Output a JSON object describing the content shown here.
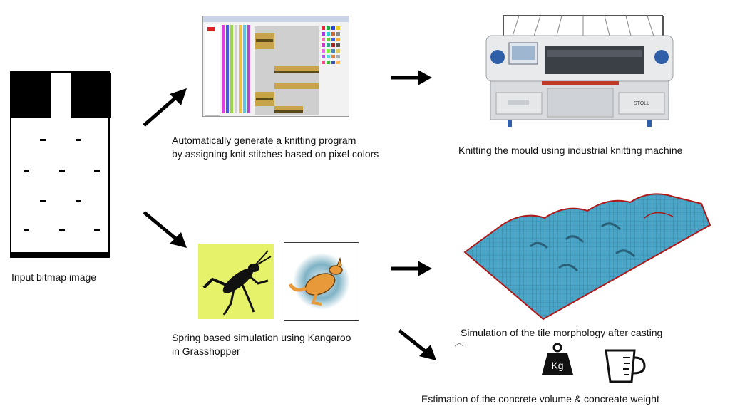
{
  "captions": {
    "bitmap": "Input bitmap image",
    "program_line1": "Automatically generate a knitting program",
    "program_line2": "by assigning knit stitches based on pixel colors",
    "machine": "Knitting the mould using industrial knitting machine",
    "simulation_line1": "Spring based simulation using Kangaroo",
    "simulation_line2": "in Grasshopper",
    "morphology": "Simulation of the tile morphology after casting",
    "estimation": "Estimation of the concrete volume & concreate weight"
  },
  "icons": {
    "weight_label": "Kg",
    "machine_brand": "STOLL"
  },
  "colors": {
    "grasshopper_bg": "#e6f26a",
    "surface_fill": "#4aa6c8",
    "surface_edge": "#b01818",
    "kangaroo_body": "#e89a3a"
  }
}
